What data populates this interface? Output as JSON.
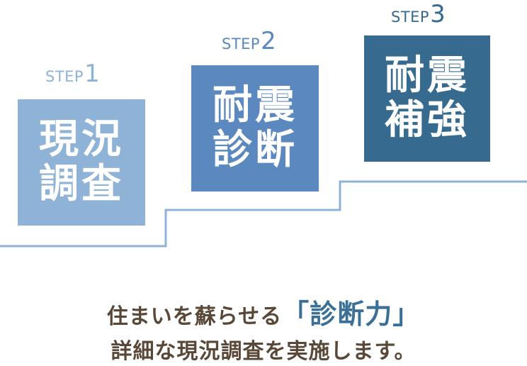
{
  "colors": {
    "step1": "#8fb3d6",
    "step2": "#5b88bf",
    "step3": "#366a8f",
    "stair_line": "#8fb3d6",
    "caption_text": "#594737",
    "caption_highlight": "#3a6f96"
  },
  "steps": [
    {
      "word": "STEP",
      "number": "1",
      "line1": "現況",
      "line2": "調査"
    },
    {
      "word": "STEP",
      "number": "2",
      "line1": "耐震",
      "line2": "診断"
    },
    {
      "word": "STEP",
      "number": "3",
      "line1": "耐震",
      "line2": "補強"
    }
  ],
  "caption": {
    "line1_prefix": "住まいを蘇らせる",
    "line1_highlight": "「診断力」",
    "line2": "詳細な現況調査を実施します。"
  }
}
